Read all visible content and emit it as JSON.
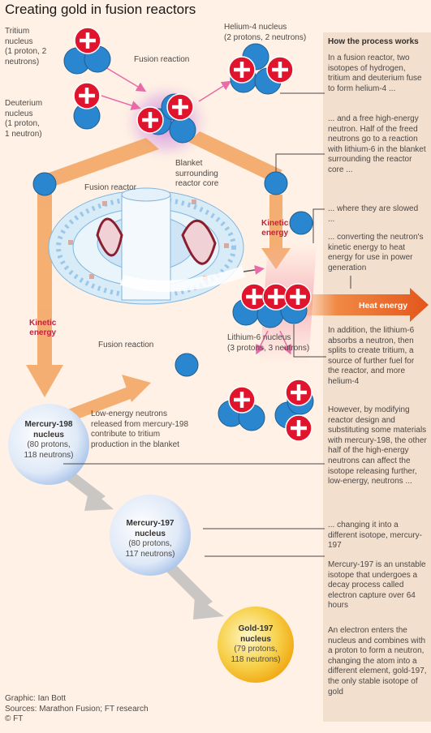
{
  "title": "Creating gold in fusion reactors",
  "labels": {
    "tritium": [
      "Tritium",
      "nucleus",
      "(1 proton, 2",
      "neutrons)"
    ],
    "deuterium": [
      "Deuterium",
      "nucleus",
      "(1 proton,",
      "1 neutron)"
    ],
    "fusion_reaction_top": "Fusion reaction",
    "helium4": [
      "Helium-4 nucleus",
      "(2 protons, 2 neutrons)"
    ],
    "fusion_reactor": "Fusion reactor",
    "blanket": [
      "Blanket",
      "surrounding",
      "reactor core"
    ],
    "kinetic_right": [
      "Kinetic",
      "energy"
    ],
    "kinetic_left": [
      "Kinetic",
      "energy"
    ],
    "fusion_reaction_bottom": "Fusion reaction",
    "heat_energy": "Heat energy",
    "lithium6": [
      "Lithium-6 nucleus",
      "(3 protons, 3 neutrons)"
    ],
    "low_energy": [
      "Low-energy neutrons",
      "released from mercury-198",
      "contribute to tritium",
      "production in the blanket"
    ],
    "mercury198": {
      "name": [
        "Mercury-198",
        "nucleus"
      ],
      "detail": [
        "(80 protons,",
        "118 neutrons)"
      ]
    },
    "mercury197": {
      "name": [
        "Mercury-197",
        "nucleus"
      ],
      "detail": [
        "(80 protons,",
        "117 neutrons)"
      ]
    },
    "gold197": {
      "name": [
        "Gold-197",
        "nucleus"
      ],
      "detail": [
        "(79 protons,",
        "118 neutrons)"
      ]
    }
  },
  "side": {
    "heading": "How the process works",
    "p1": "In a fusion reactor, two isotopes of hydrogen, tritium and deuterium fuse to form helium-4 ...",
    "p2": "... and a free high-energy neutron. Half of the freed neutrons go to a reaction with lithium-6 in the blanket surrounding the reactor core ...",
    "p3": "... where they are slowed ...",
    "p4": "... converting the neutron's kinetic energy to heat energy for use in power generation",
    "p5": "In addition, the lithium-6 absorbs a neutron, then splits to create tritium, a source of further fuel for the reactor, and more helium-4",
    "p6": "However, by modifying reactor design and substituting some materials with mercury-198, the other half of the high-energy neutrons can affect the isotope releasing further, low-energy, neutrons ...",
    "p7": "... changing it into a different isotope, mercury-197",
    "p8": "Mercury-197 is an unstable isotope that undergoes a decay process called electron capture over 64 hours",
    "p9": "An electron enters the nucleus and combines with a proton to form a neutron, changing the atom into a different element, gold-197, the only stable isotope of gold"
  },
  "credits": [
    "Graphic: Ian Bott",
    "Sources: Marathon Fusion; FT research",
    "© FT"
  ],
  "colors": {
    "proton": "#e0142c",
    "neutron": "#2a86cf",
    "arrow": "#f3a35d",
    "background": "#fff1e5",
    "panel": "#f2dfce",
    "heat": "#e8671e",
    "kinetic": "#c4213d"
  }
}
